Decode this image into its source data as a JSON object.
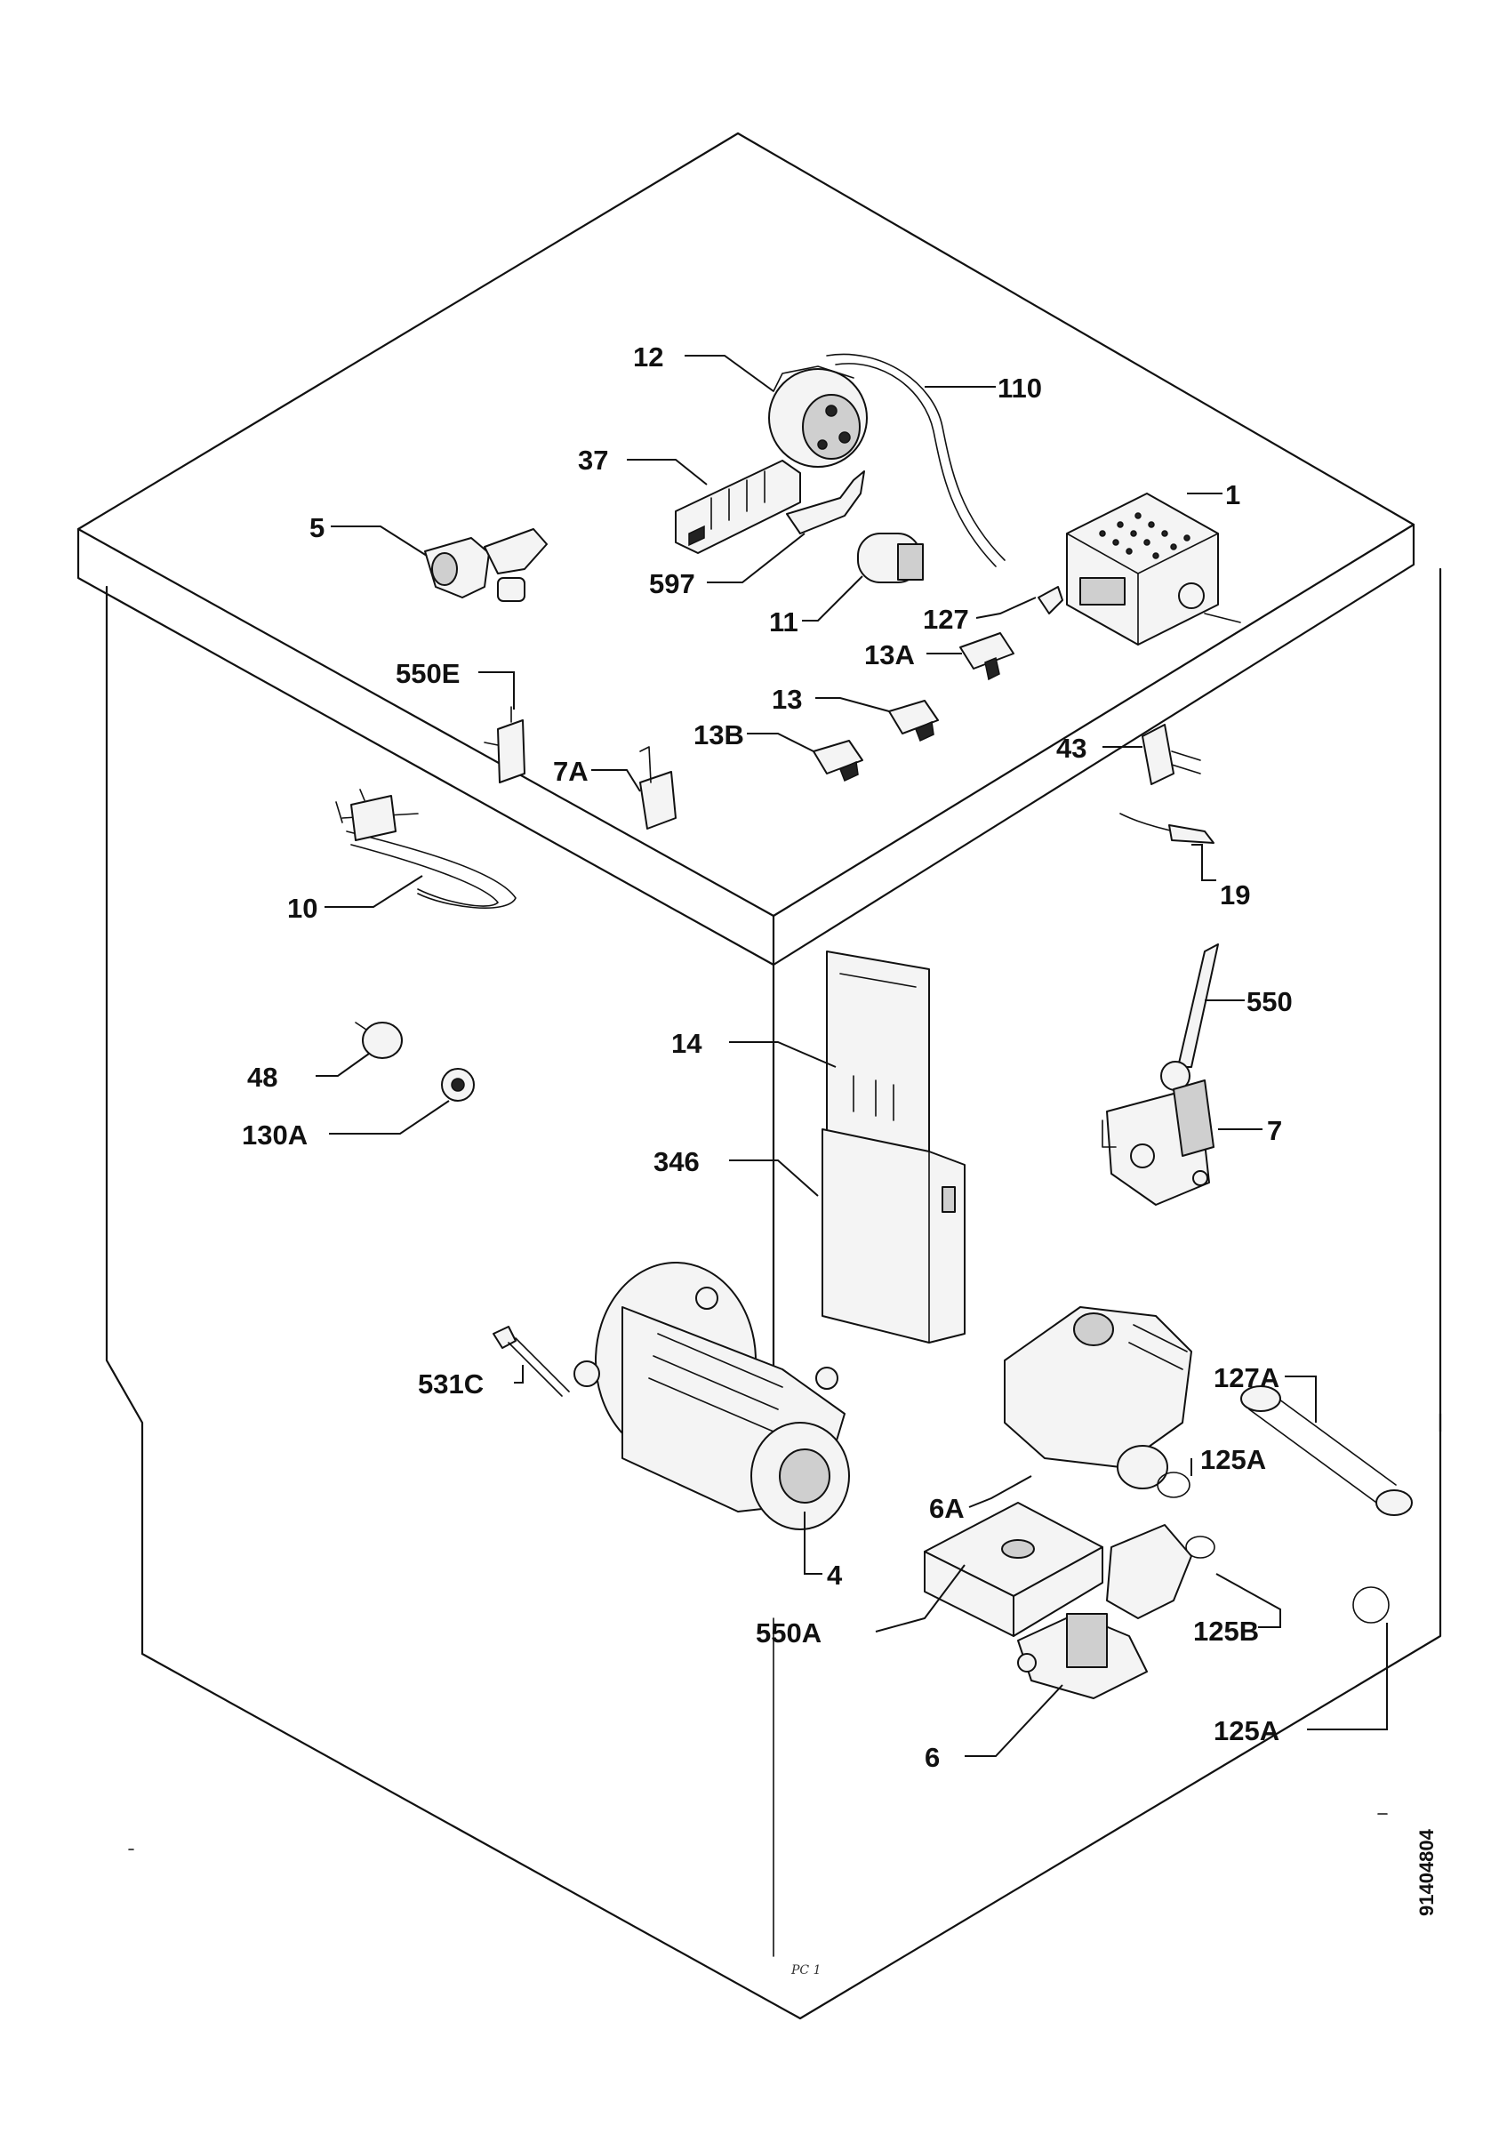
{
  "diagram": {
    "drawing_number": "91404804",
    "scribble": "PC 1",
    "labels": [
      {
        "id": "12",
        "text": "12"
      },
      {
        "id": "110",
        "text": "110"
      },
      {
        "id": "37",
        "text": "37"
      },
      {
        "id": "1",
        "text": "1"
      },
      {
        "id": "5",
        "text": "5"
      },
      {
        "id": "597",
        "text": "597"
      },
      {
        "id": "11",
        "text": "11"
      },
      {
        "id": "127",
        "text": "127"
      },
      {
        "id": "13A",
        "text": "13A"
      },
      {
        "id": "550E",
        "text": "550E"
      },
      {
        "id": "13",
        "text": "13"
      },
      {
        "id": "13B",
        "text": "13B"
      },
      {
        "id": "7A",
        "text": "7A"
      },
      {
        "id": "43",
        "text": "43"
      },
      {
        "id": "10",
        "text": "10"
      },
      {
        "id": "19",
        "text": "19"
      },
      {
        "id": "550",
        "text": "550"
      },
      {
        "id": "14",
        "text": "14"
      },
      {
        "id": "48",
        "text": "48"
      },
      {
        "id": "130A",
        "text": "130A"
      },
      {
        "id": "7",
        "text": "7"
      },
      {
        "id": "346",
        "text": "346"
      },
      {
        "id": "531C",
        "text": "531C"
      },
      {
        "id": "127A",
        "text": "127A"
      },
      {
        "id": "125A_top",
        "text": "125A"
      },
      {
        "id": "6A",
        "text": "6A"
      },
      {
        "id": "4",
        "text": "4"
      },
      {
        "id": "550A",
        "text": "550A"
      },
      {
        "id": "125B",
        "text": "125B"
      },
      {
        "id": "125A_bottom",
        "text": "125A"
      },
      {
        "id": "6",
        "text": "6"
      }
    ]
  }
}
